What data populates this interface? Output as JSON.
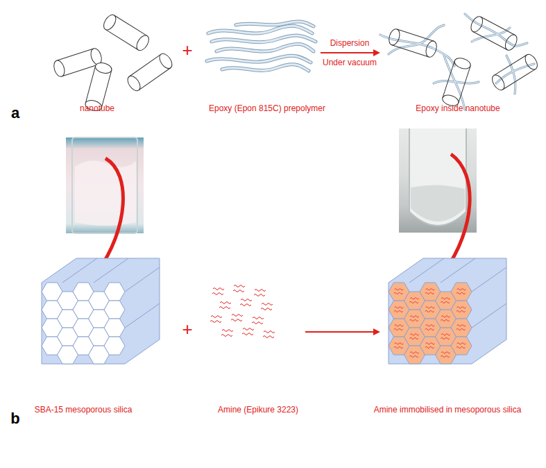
{
  "diagram": {
    "labels": [
      "a",
      "nanotube",
      "+",
      "Epoxy (Epon 815C) prepolymer",
      "Dispersion",
      "Under vacuum",
      "Epoxy inside nanotube",
      "b",
      "SBA-15 mesoporous silica",
      "+",
      "Amine (Epikure 3223)",
      "Amine immobilised in mesoporous silica"
    ]
  }
}
